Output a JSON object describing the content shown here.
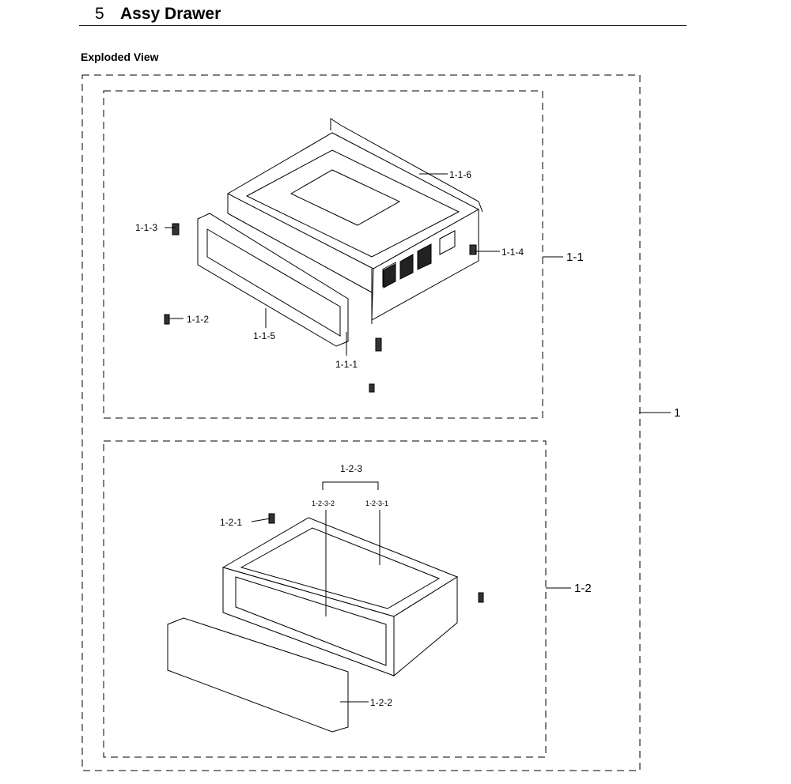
{
  "section": {
    "number": "5",
    "title": "Assy Drawer",
    "subtitle": "Exploded View"
  },
  "parts": {
    "p1": "1",
    "p1_1": "1-1",
    "p1_1_1": "1-1-1",
    "p1_1_2": "1-1-2",
    "p1_1_3": "1-1-3",
    "p1_1_4": "1-1-4",
    "p1_1_5": "1-1-5",
    "p1_1_6": "1-1-6",
    "p1_2": "1-2",
    "p1_2_1": "1-2-1",
    "p1_2_2": "1-2-2",
    "p1_2_3": "1-2-3",
    "p1_2_3_1": "1-2-3-1",
    "p1_2_3_2": "1-2-3-2"
  }
}
